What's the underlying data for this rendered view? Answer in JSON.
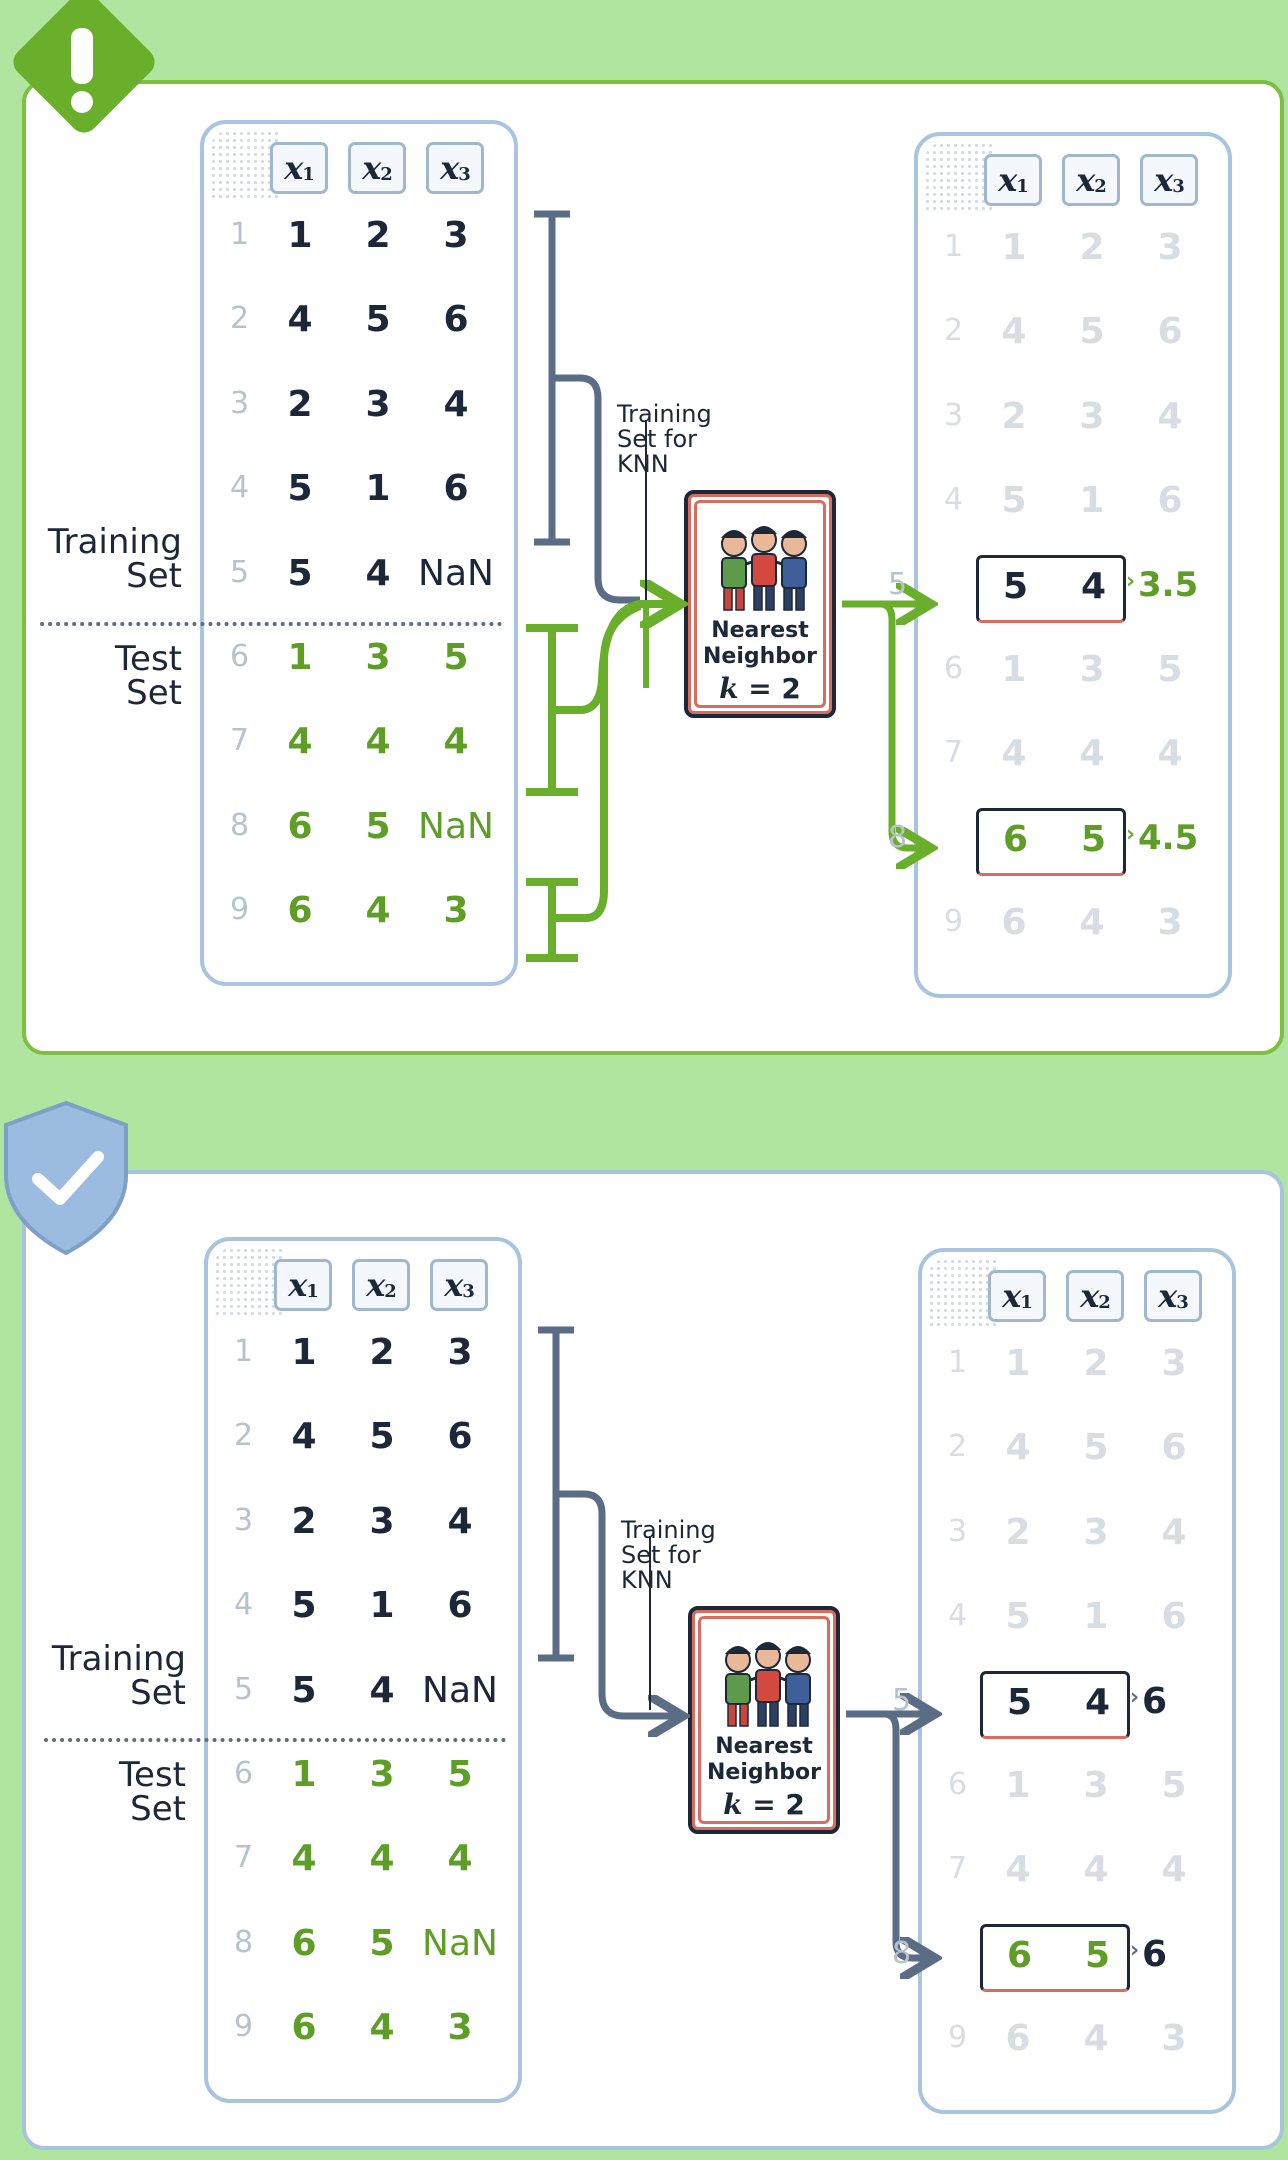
{
  "header_cols": [
    "x",
    "x",
    "x"
  ],
  "header_subs": [
    "1",
    "2",
    "3"
  ],
  "labels": {
    "training": [
      "Training",
      "Set"
    ],
    "test": [
      "Test",
      "Set"
    ],
    "annotation": [
      "Training",
      "Set for",
      "KNN"
    ]
  },
  "knn_card": {
    "title": [
      "Nearest",
      "Neighbor"
    ],
    "k_var": "k",
    "k_rest": " = 2"
  },
  "rows": [
    {
      "i": "1",
      "v": [
        "1",
        "2",
        "3"
      ]
    },
    {
      "i": "2",
      "v": [
        "4",
        "5",
        "6"
      ]
    },
    {
      "i": "3",
      "v": [
        "2",
        "3",
        "4"
      ]
    },
    {
      "i": "4",
      "v": [
        "5",
        "1",
        "6"
      ]
    },
    {
      "i": "5",
      "v": [
        "5",
        "4",
        "NaN"
      ]
    },
    {
      "i": "6",
      "v": [
        "1",
        "3",
        "5"
      ]
    },
    {
      "i": "7",
      "v": [
        "4",
        "4",
        "4"
      ]
    },
    {
      "i": "8",
      "v": [
        "6",
        "5",
        "NaN"
      ]
    },
    {
      "i": "9",
      "v": [
        "6",
        "4",
        "3"
      ]
    }
  ],
  "top_panel": {
    "badge_icon": "exclamation-icon",
    "badge_color": "#6aaf2c",
    "outputs": [
      {
        "i": "5",
        "a": "5",
        "b": "4",
        "imputed": "3.5"
      },
      {
        "i": "8",
        "a": "6",
        "b": "5",
        "imputed": "4.5"
      }
    ]
  },
  "bottom_panel": {
    "badge_icon": "shield-check-icon",
    "badge_color": "#9bbbe0",
    "outputs": [
      {
        "i": "5",
        "a": "5",
        "b": "4",
        "imputed": "6"
      },
      {
        "i": "8",
        "a": "6",
        "b": "5",
        "imputed": "6"
      }
    ]
  },
  "colors": {
    "background": "#b0e59f",
    "green_accent": "#6aaf2c",
    "slate_accent": "#5a6d85",
    "red_accent": "#d96b5f"
  }
}
